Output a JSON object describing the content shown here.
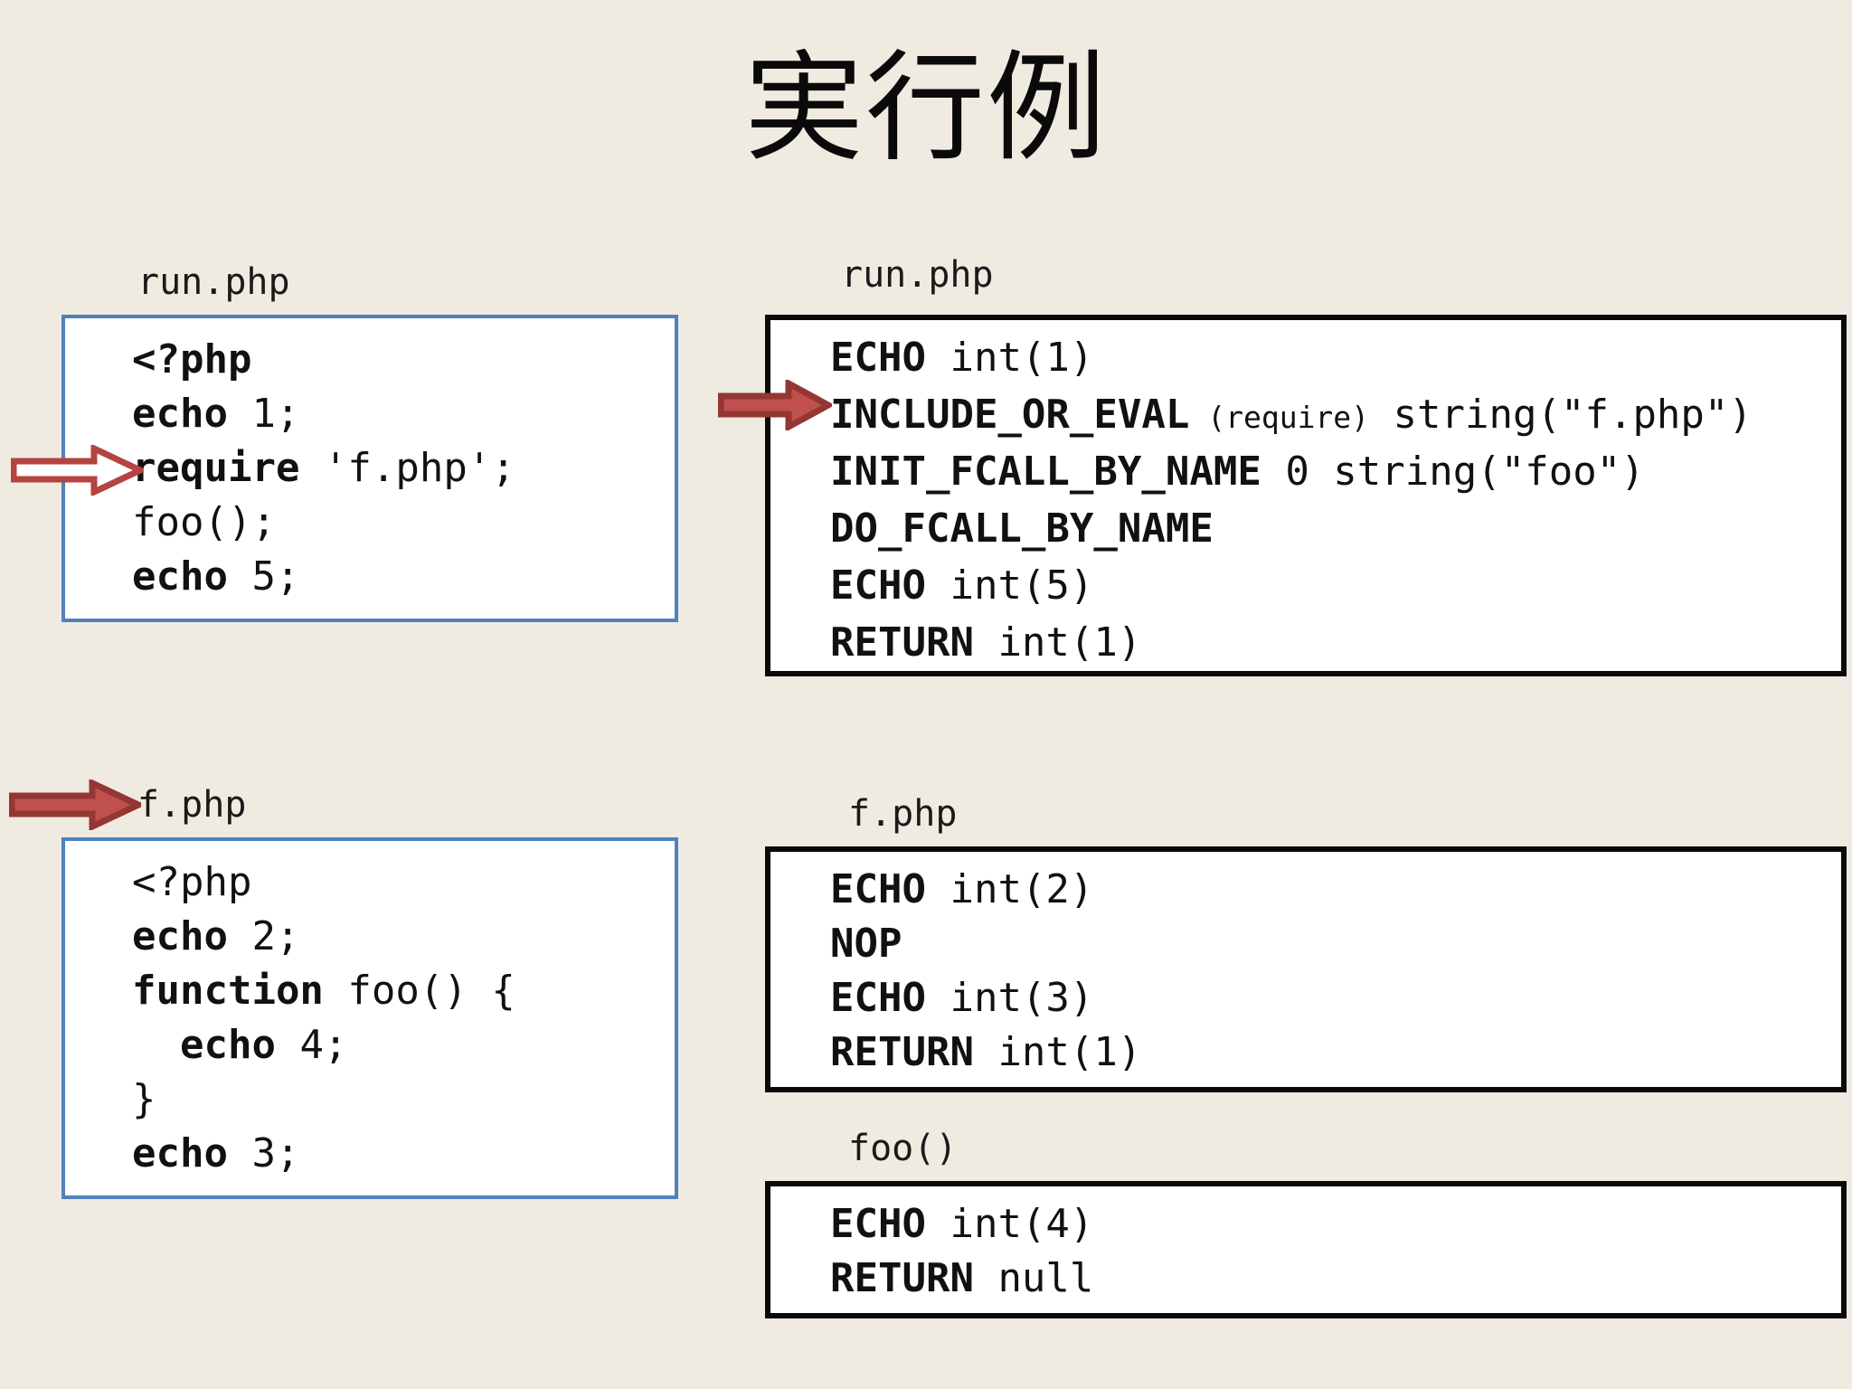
{
  "slide": {
    "title": "実行例",
    "background_color": "#EFEBE1"
  },
  "colors": {
    "code_box_border": "#4F81BD",
    "op_box_border": "#0A0A0A",
    "arrow_fill": "#C0504D",
    "arrow_stroke": "#943634",
    "arrow_hollow_fill": "#FFFFFF",
    "text": "#111111"
  },
  "panels": {
    "source_run": {
      "caption": "run.php",
      "lines": [
        {
          "kw": "<?php",
          "arg": ""
        },
        {
          "kw": "echo",
          "arg": " 1;"
        },
        {
          "kw": "require",
          "arg": " 'f.php';"
        },
        {
          "kw": "foo();",
          "arg": ""
        },
        {
          "kw": "echo",
          "arg": " 5;"
        }
      ]
    },
    "source_f": {
      "caption": "f.php",
      "lines": [
        {
          "kw": "<?php",
          "arg": ""
        },
        {
          "kw": "echo",
          "arg": " 2;"
        },
        {
          "kw": "function",
          "arg": " foo() {"
        },
        {
          "kw": "  echo",
          "arg": " 4;"
        },
        {
          "kw": "}",
          "arg": ""
        },
        {
          "kw": "echo",
          "arg": " 3;"
        }
      ]
    },
    "opcodes_run": {
      "caption": "run.php",
      "lines": [
        {
          "op": "ECHO",
          "note": "",
          "arg": " int(1)"
        },
        {
          "op": "INCLUDE_OR_EVAL",
          "note": " (require)",
          "arg": " string(\"f.php\")"
        },
        {
          "op": "INIT_FCALL_BY_NAME",
          "note": "",
          "arg": " 0 string(\"foo\")"
        },
        {
          "op": "DO_FCALL_BY_NAME",
          "note": "",
          "arg": ""
        },
        {
          "op": "ECHO",
          "note": "",
          "arg": " int(5)"
        },
        {
          "op": "RETURN",
          "note": "",
          "arg": " int(1)"
        }
      ]
    },
    "opcodes_f": {
      "caption": "f.php",
      "lines": [
        {
          "op": "ECHO",
          "note": "",
          "arg": " int(2)"
        },
        {
          "op": "NOP",
          "note": "",
          "arg": ""
        },
        {
          "op": "ECHO",
          "note": "",
          "arg": " int(3)"
        },
        {
          "op": "RETURN",
          "note": "",
          "arg": " int(1)"
        }
      ]
    },
    "opcodes_foo": {
      "caption": "foo()",
      "lines": [
        {
          "op": "ECHO",
          "note": "",
          "arg": " int(4)"
        },
        {
          "op": "RETURN",
          "note": "",
          "arg": " null"
        }
      ]
    }
  },
  "arrows": {
    "hollow_require": {
      "style": "hollow",
      "points_at": "require 'f.php';"
    },
    "solid_include": {
      "style": "solid",
      "points_at": "INCLUDE_OR_EVAL"
    },
    "solid_fphp": {
      "style": "solid",
      "points_at": "f.php"
    }
  }
}
